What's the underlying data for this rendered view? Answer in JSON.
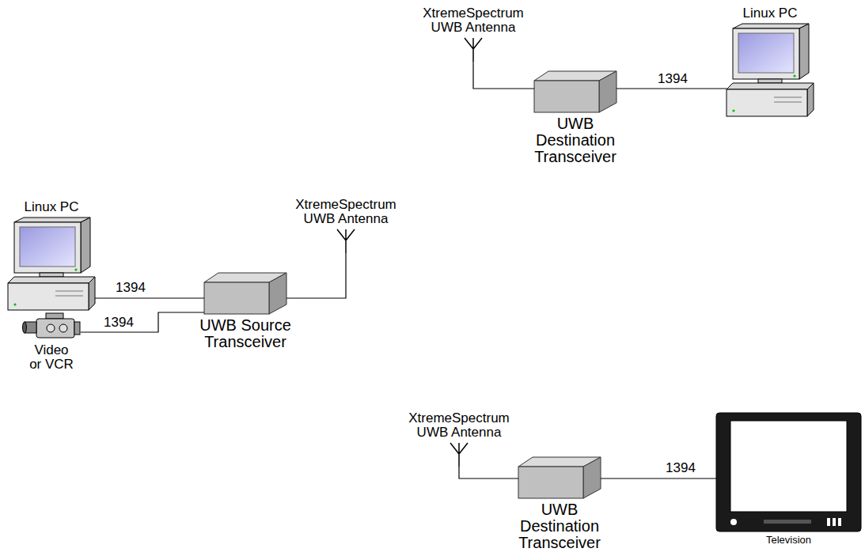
{
  "diagram": {
    "nodes": [
      {
        "text": [
          "Linux PC"
        ]
      },
      {
        "text": [
          "Video or VCR"
        ]
      },
      {
        "text": [
          "UWB Source Transceiver"
        ]
      },
      {
        "text": [
          "XtremeSpectrum UWB Antenna"
        ]
      },
      {
        "text": [
          "XtremeSpectrum UWB Antenna"
        ]
      },
      {
        "text": [
          "UWB Destination Transceiver"
        ]
      },
      {
        "text": [
          "Linux PC"
        ]
      },
      {
        "text": [
          "XtremeSpectrum UWB Antenna"
        ]
      },
      {
        "text": [
          "UWB Destination Transceiver"
        ]
      },
      {
        "text": [
          "Television"
        ]
      }
    ],
    "edges": [
      {
        "from": 0,
        "to": 2,
        "label": "1394",
        "arrow": "none"
      },
      {
        "from": 1,
        "to": 2,
        "label": "1394",
        "arrow": "none"
      },
      {
        "from": 2,
        "to": 3,
        "arrow": "none"
      },
      {
        "from": 4,
        "to": 5,
        "arrow": "none"
      },
      {
        "from": 5,
        "to": 6,
        "label": "1394",
        "arrow": "none"
      },
      {
        "from": 7,
        "to": 8,
        "arrow": "none"
      },
      {
        "from": 8,
        "to": 9,
        "label": "1394",
        "arrow": "none"
      }
    ]
  }
}
